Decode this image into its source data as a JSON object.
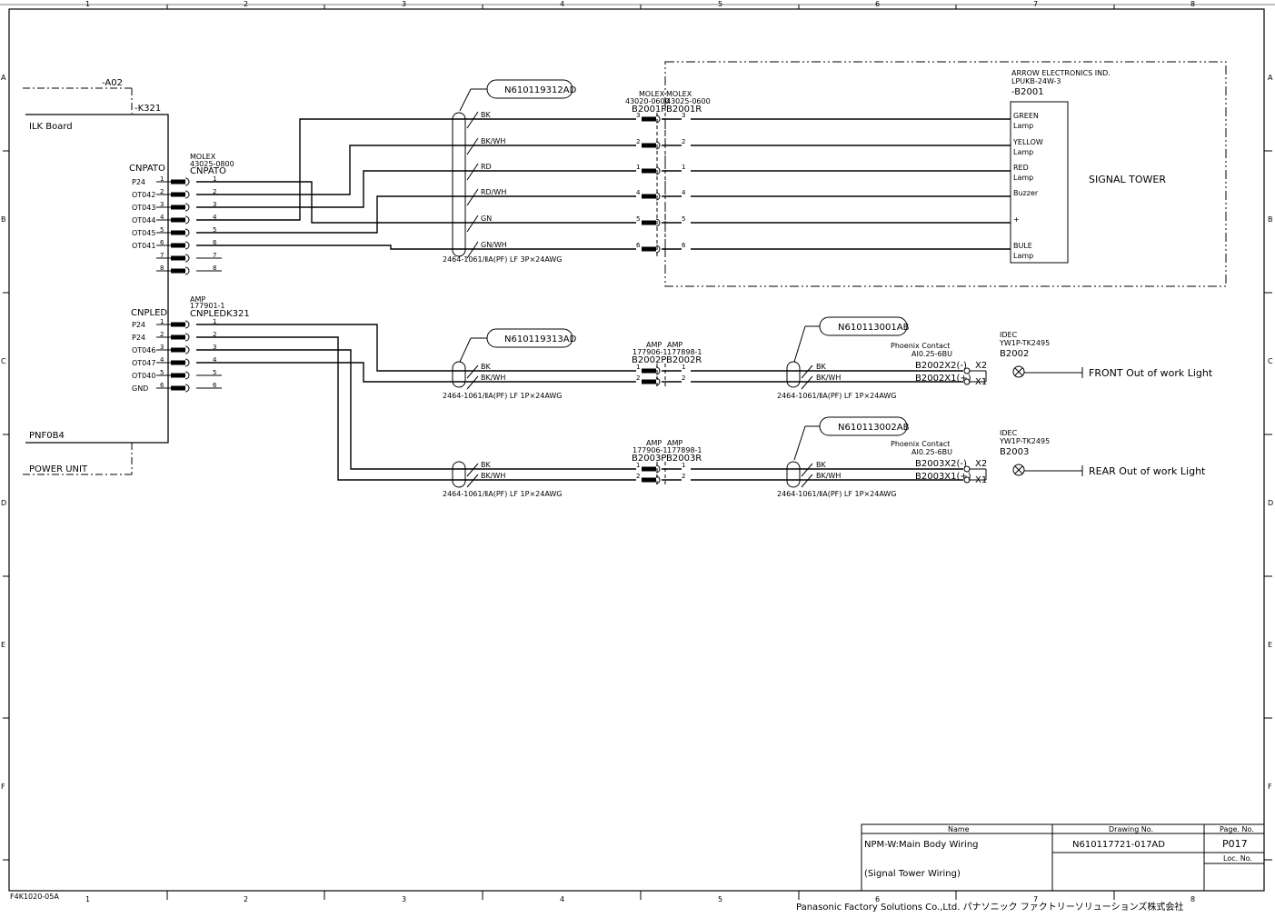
{
  "border": {
    "cols": [
      "1",
      "2",
      "3",
      "4",
      "5",
      "6",
      "7",
      "8"
    ],
    "rows": [
      "A",
      "B",
      "C",
      "D",
      "E",
      "F"
    ],
    "form_code": "F4K1020-05A"
  },
  "ilk": {
    "a02": "-A02",
    "k321": "-K321",
    "board": "ILK Board",
    "pnf": "PNF0B4",
    "power_unit": "POWER UNIT"
  },
  "cnpato": {
    "header": "CNPATO",
    "maker": "MOLEX",
    "part": "43025-0800",
    "label": "CNPATO",
    "signals": [
      "P24",
      "OT042",
      "OT043",
      "OT044",
      "OT045",
      "OT041",
      "",
      ""
    ],
    "pins": [
      "1",
      "2",
      "3",
      "4",
      "5",
      "6",
      "7",
      "8"
    ]
  },
  "cnpled": {
    "header": "CNPLED",
    "maker": "AMP",
    "part": "177901-1",
    "label": "CNPLEDK321",
    "signals": [
      "P24",
      "P24",
      "OT046",
      "OT047",
      "OT040",
      "GND"
    ],
    "pins": [
      "1",
      "2",
      "3",
      "4",
      "5",
      "6"
    ]
  },
  "tower_cable": {
    "tag": "N610119312AD",
    "spec": "2464-1061/ⅡA(PF) LF 3P×24AWG",
    "wires": [
      "BK",
      "BK/WH",
      "RD",
      "RD/WH",
      "GN",
      "GN/WH"
    ],
    "pins": [
      "3",
      "2",
      "1",
      "4",
      "5",
      "6"
    ]
  },
  "b2001_conn": {
    "maker_p": "MOLEX",
    "maker_r": "MOLEX",
    "part_p": "43020-0600",
    "part_r": "43025-0600",
    "name_p": "B2001P",
    "name_r": "B2001R"
  },
  "signal_tower": {
    "maker": "ARROW ELECTRONICS IND.",
    "model": "LPUKB-24W-3",
    "ref": "-B2001",
    "title": "SIGNAL TOWER",
    "terms": [
      "GREEN",
      "YELLOW",
      "RED",
      "Buzzer",
      "+",
      "BULE"
    ],
    "lamp": "Lamp"
  },
  "front": {
    "tag1": "N610119313AD",
    "tag2": "N610113001AB",
    "spec": "2464-1061/ⅡA(PF) LF 1P×24AWG",
    "wires": [
      "BK",
      "BK/WH"
    ],
    "pins": [
      "1",
      "2"
    ],
    "amp_p": "AMP",
    "amp_r": "AMP",
    "part_p": "177906-1",
    "part_r": "177898-1",
    "name_p": "B2002P",
    "name_r": "B2002R",
    "contact_maker": "Phoenix Contact",
    "contact_part": "AI0.25-6BU",
    "x2_label": "B2002X2(-)",
    "x1_label": "B2002X1(+)",
    "x2": "X2",
    "x1": "X1",
    "lamp_maker": "IDEC",
    "lamp_model": "YW1P-TK2495",
    "lamp_ref": "B2002",
    "lamp_name": "FRONT Out of work Light"
  },
  "rear": {
    "tag2": "N610113002AB",
    "spec": "2464-1061/ⅡA(PF) LF 1P×24AWG",
    "wires": [
      "BK",
      "BK/WH"
    ],
    "pins": [
      "1",
      "2"
    ],
    "amp_p": "AMP",
    "amp_r": "AMP",
    "part_p": "177906-1",
    "part_r": "177898-1",
    "name_p": "B2003P",
    "name_r": "B2003R",
    "contact_maker": "Phoenix Contact",
    "contact_part": "AI0.25-6BU",
    "x2_label": "B2003X2(-)",
    "x1_label": "B2003X1(+)",
    "x2": "X2",
    "x1": "X1",
    "lamp_maker": "IDEC",
    "lamp_model": "YW1P-TK2495",
    "lamp_ref": "B2003",
    "lamp_name": "REAR Out of work Light"
  },
  "title_block": {
    "name_hdr": "Name",
    "drawing_hdr": "Drawing No.",
    "page_hdr": "Page. No.",
    "loc_hdr": "Loc. No.",
    "name1": "NPM-W:Main Body Wiring",
    "name2": "(Signal Tower Wiring)",
    "drawing_no": "N610117721-017AD",
    "page_no": "P017",
    "company": "Panasonic Factory Solutions Co.,Ltd. パナソニック ファクトリーソリューションズ株式会社"
  }
}
